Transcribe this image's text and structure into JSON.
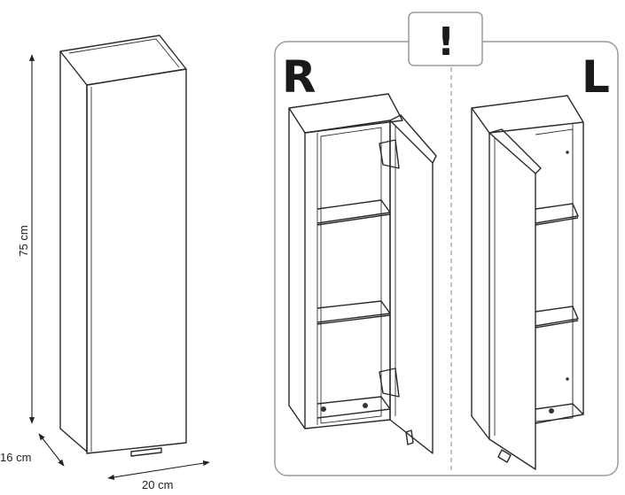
{
  "dimensions": {
    "height": "75 cm",
    "depth": "16 cm",
    "width": "20 cm"
  },
  "mounting_panel": {
    "warning_symbol": "!",
    "right_label": "R",
    "left_label": "L"
  },
  "colors": {
    "line": "#2a2a2a",
    "panel_border": "#9a9a9a",
    "panel_fill": "#ffffff"
  }
}
